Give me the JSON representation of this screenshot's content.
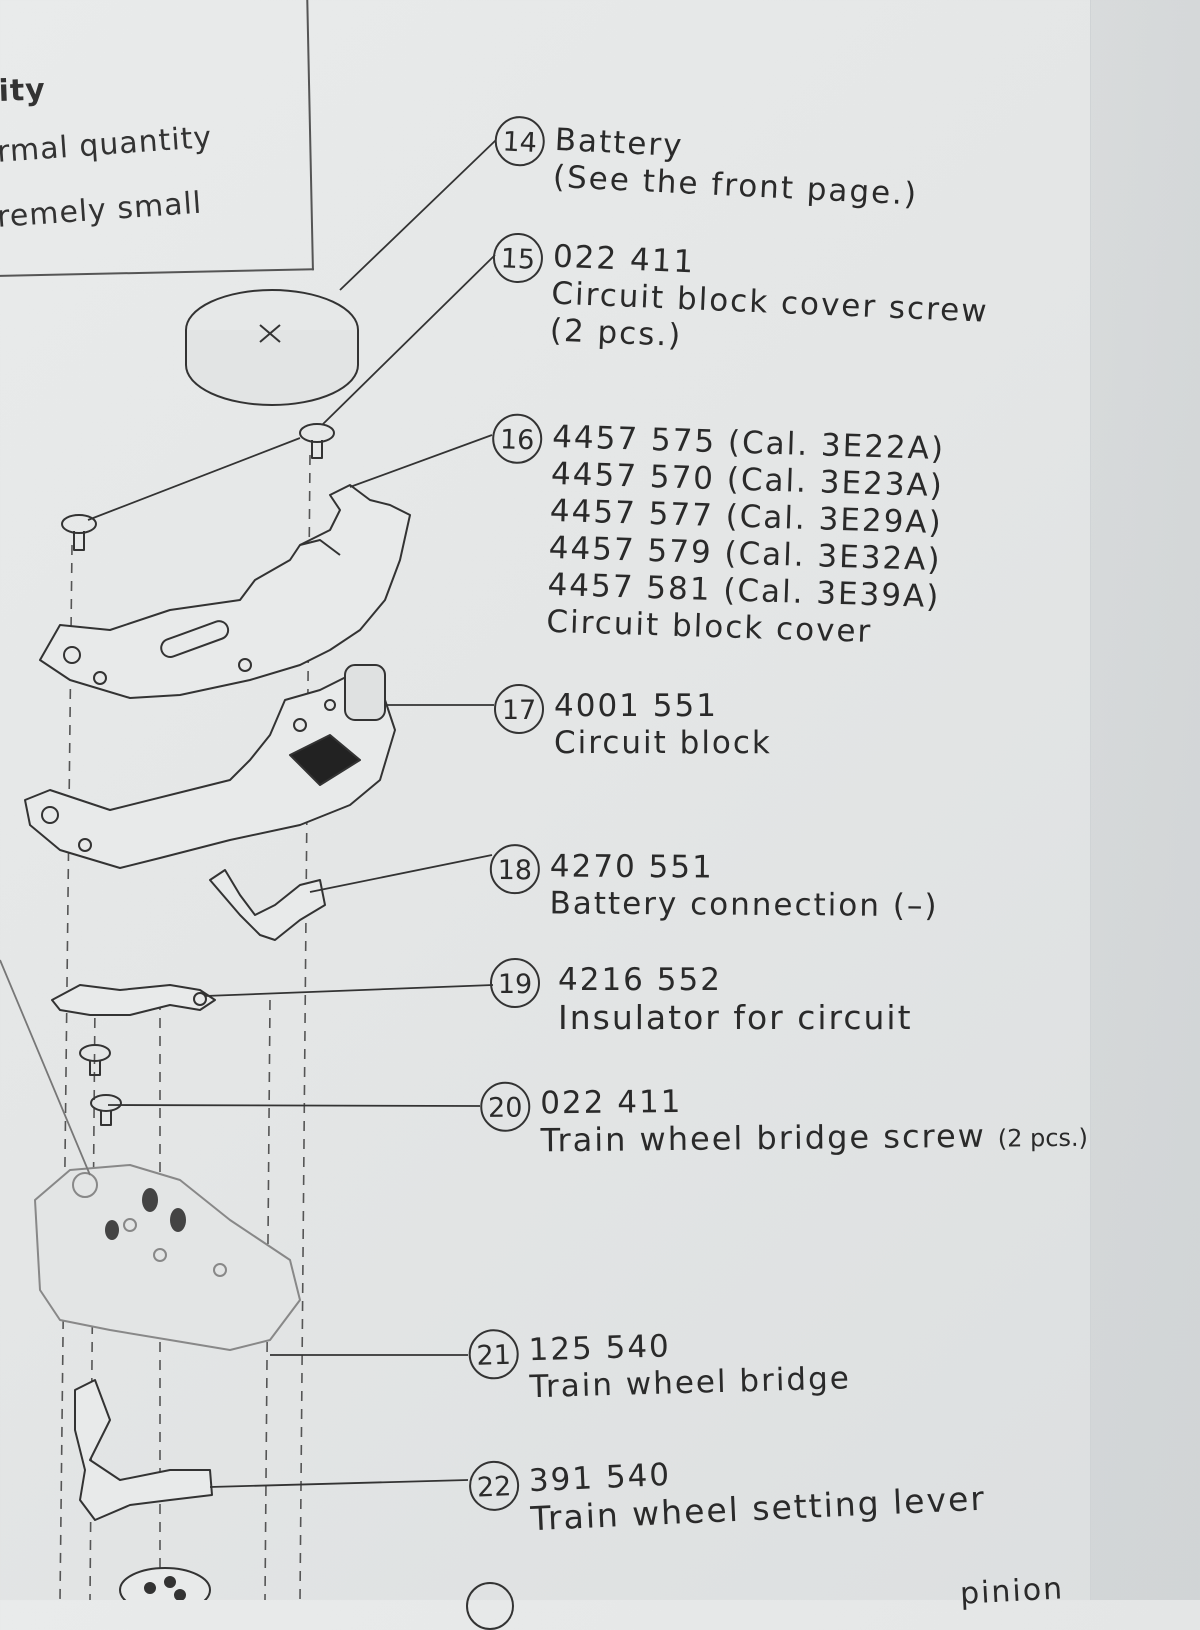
{
  "legend": {
    "lines": [
      "ity",
      "rmal quantity",
      "remely small"
    ]
  },
  "parts": [
    {
      "number": "14",
      "lines": [
        "Battery",
        "(See the front page.)"
      ]
    },
    {
      "number": "15",
      "lines": [
        "022 411",
        "Circuit block cover screw",
        "(2 pcs.)"
      ]
    },
    {
      "number": "16",
      "lines": [
        "4457 575 (Cal. 3E22A)",
        "4457 570 (Cal. 3E23A)",
        "4457 577 (Cal. 3E29A)",
        "4457 579 (Cal. 3E32A)",
        "4457 581 (Cal. 3E39A)",
        "Circuit block cover"
      ]
    },
    {
      "number": "17",
      "lines": [
        "4001 551",
        "Circuit block"
      ]
    },
    {
      "number": "18",
      "lines": [
        "4270 551",
        "Battery connection (–)"
      ]
    },
    {
      "number": "19",
      "lines": [
        "4216 552",
        "Insulator for circuit"
      ]
    },
    {
      "number": "20",
      "lines": [
        "022 411",
        "Train wheel bridge screw"
      ],
      "suffix": "(2 pcs.)"
    },
    {
      "number": "21",
      "lines": [
        "125 540",
        "Train wheel bridge"
      ]
    },
    {
      "number": "22",
      "lines": [
        "391 540",
        "Train wheel setting lever"
      ]
    }
  ],
  "footer": {
    "cutoff_text": "pinion"
  }
}
